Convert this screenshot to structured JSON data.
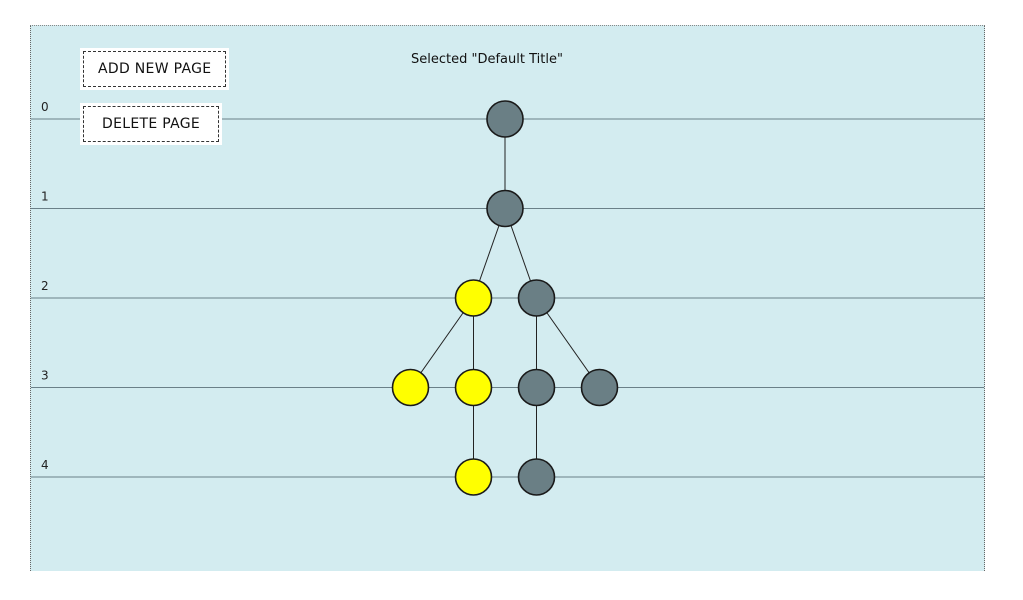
{
  "toolbar": {
    "add_page_label": "ADD NEW PAGE",
    "delete_page_label": "DELETE PAGE"
  },
  "status": {
    "text": "Selected \"Default Title\""
  },
  "colors": {
    "background": "#d3ecf0",
    "level_line": "#6a8088",
    "node_default": "#6a7f85",
    "node_selected": "#ffff00",
    "node_stroke": "#1a1a1a"
  },
  "tree": {
    "levels": [
      "0",
      "1",
      "2",
      "3",
      "4"
    ],
    "nodes": [
      {
        "id": "n0",
        "level": 0,
        "slot": 0,
        "selected": false
      },
      {
        "id": "n1",
        "level": 1,
        "slot": 0,
        "selected": false
      },
      {
        "id": "n2a",
        "level": 2,
        "slot": -0.5,
        "selected": true
      },
      {
        "id": "n2b",
        "level": 2,
        "slot": 0.5,
        "selected": false
      },
      {
        "id": "n3a",
        "level": 3,
        "slot": -1.5,
        "selected": true
      },
      {
        "id": "n3b",
        "level": 3,
        "slot": -0.5,
        "selected": true
      },
      {
        "id": "n3c",
        "level": 3,
        "slot": 0.5,
        "selected": false
      },
      {
        "id": "n3d",
        "level": 3,
        "slot": 1.5,
        "selected": false
      },
      {
        "id": "n4a",
        "level": 4,
        "slot": -0.5,
        "selected": true
      },
      {
        "id": "n4b",
        "level": 4,
        "slot": 0.5,
        "selected": false
      }
    ],
    "edges": [
      [
        "n0",
        "n1"
      ],
      [
        "n1",
        "n2a"
      ],
      [
        "n1",
        "n2b"
      ],
      [
        "n2a",
        "n3a"
      ],
      [
        "n2a",
        "n3b"
      ],
      [
        "n2b",
        "n3c"
      ],
      [
        "n2b",
        "n3d"
      ],
      [
        "n3b",
        "n4a"
      ],
      [
        "n3c",
        "n4b"
      ]
    ]
  }
}
